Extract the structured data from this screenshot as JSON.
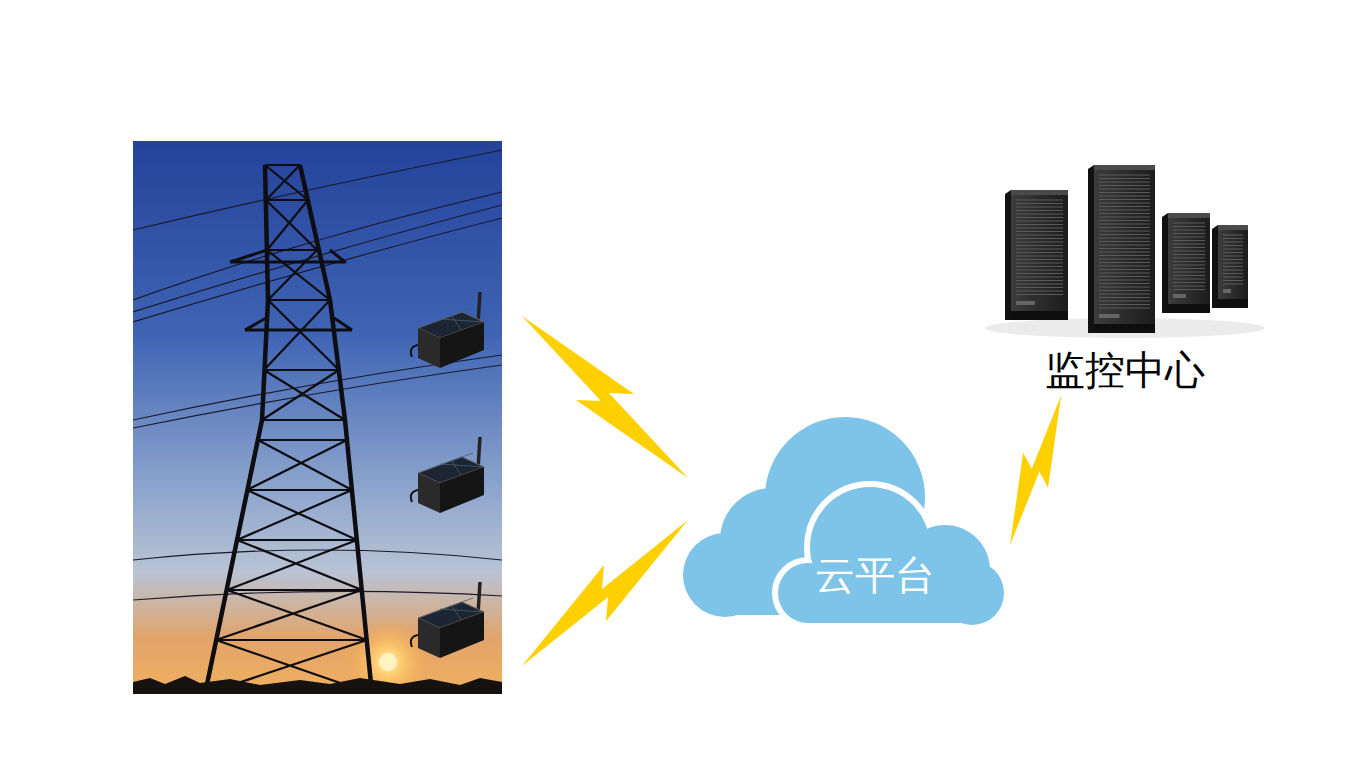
{
  "diagram": {
    "nodes": [
      {
        "text": [
          "云平台"
        ]
      },
      {
        "text": [
          "监控中心"
        ]
      }
    ],
    "edges": [
      {
        "from": 0,
        "to": 1,
        "arrow": "none"
      }
    ]
  }
}
